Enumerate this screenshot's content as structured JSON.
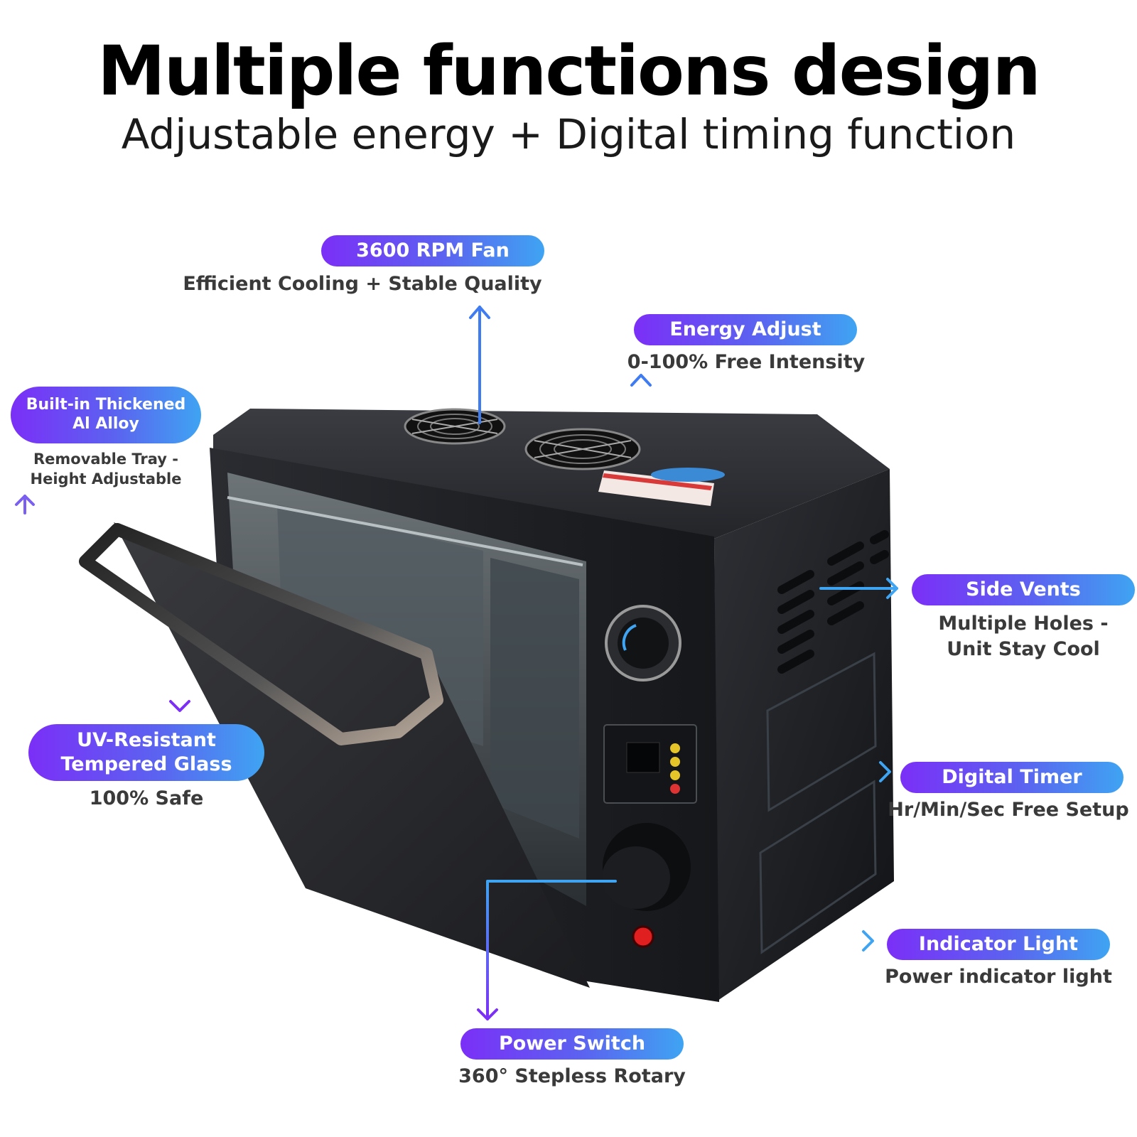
{
  "header": {
    "title": "Multiple functions design",
    "subtitle": "Adjustable energy + Digital timing function"
  },
  "features": {
    "fan": {
      "label": "3600 RPM Fan",
      "desc": "Efficient Cooling + Stable Quality"
    },
    "energy": {
      "label": "Energy Adjust",
      "desc": "0-100% Free Intensity"
    },
    "tray": {
      "label_line1": "Built-in Thickened",
      "label_line2": "Al Alloy",
      "desc_line1": "Removable Tray -",
      "desc_line2": "Height Adjustable"
    },
    "vents": {
      "label": "Side Vents",
      "desc_line1": "Multiple Holes -",
      "desc_line2": "Unit Stay Cool"
    },
    "glass": {
      "label_line1": "UV-Resistant",
      "label_line2": "Tempered Glass",
      "desc": "100% Safe"
    },
    "timer": {
      "label": "Digital Timer",
      "desc": "Hr/Min/Sec Free Setup"
    },
    "indicator": {
      "label": "Indicator Light",
      "desc": "Power indicator light"
    },
    "power": {
      "label": "Power Switch",
      "desc": "360° Stepless Rotary"
    }
  },
  "colors": {
    "pill_start": "#7b2ff7",
    "pill_end": "#3fa4f2",
    "oven_body": "#1e2024"
  }
}
